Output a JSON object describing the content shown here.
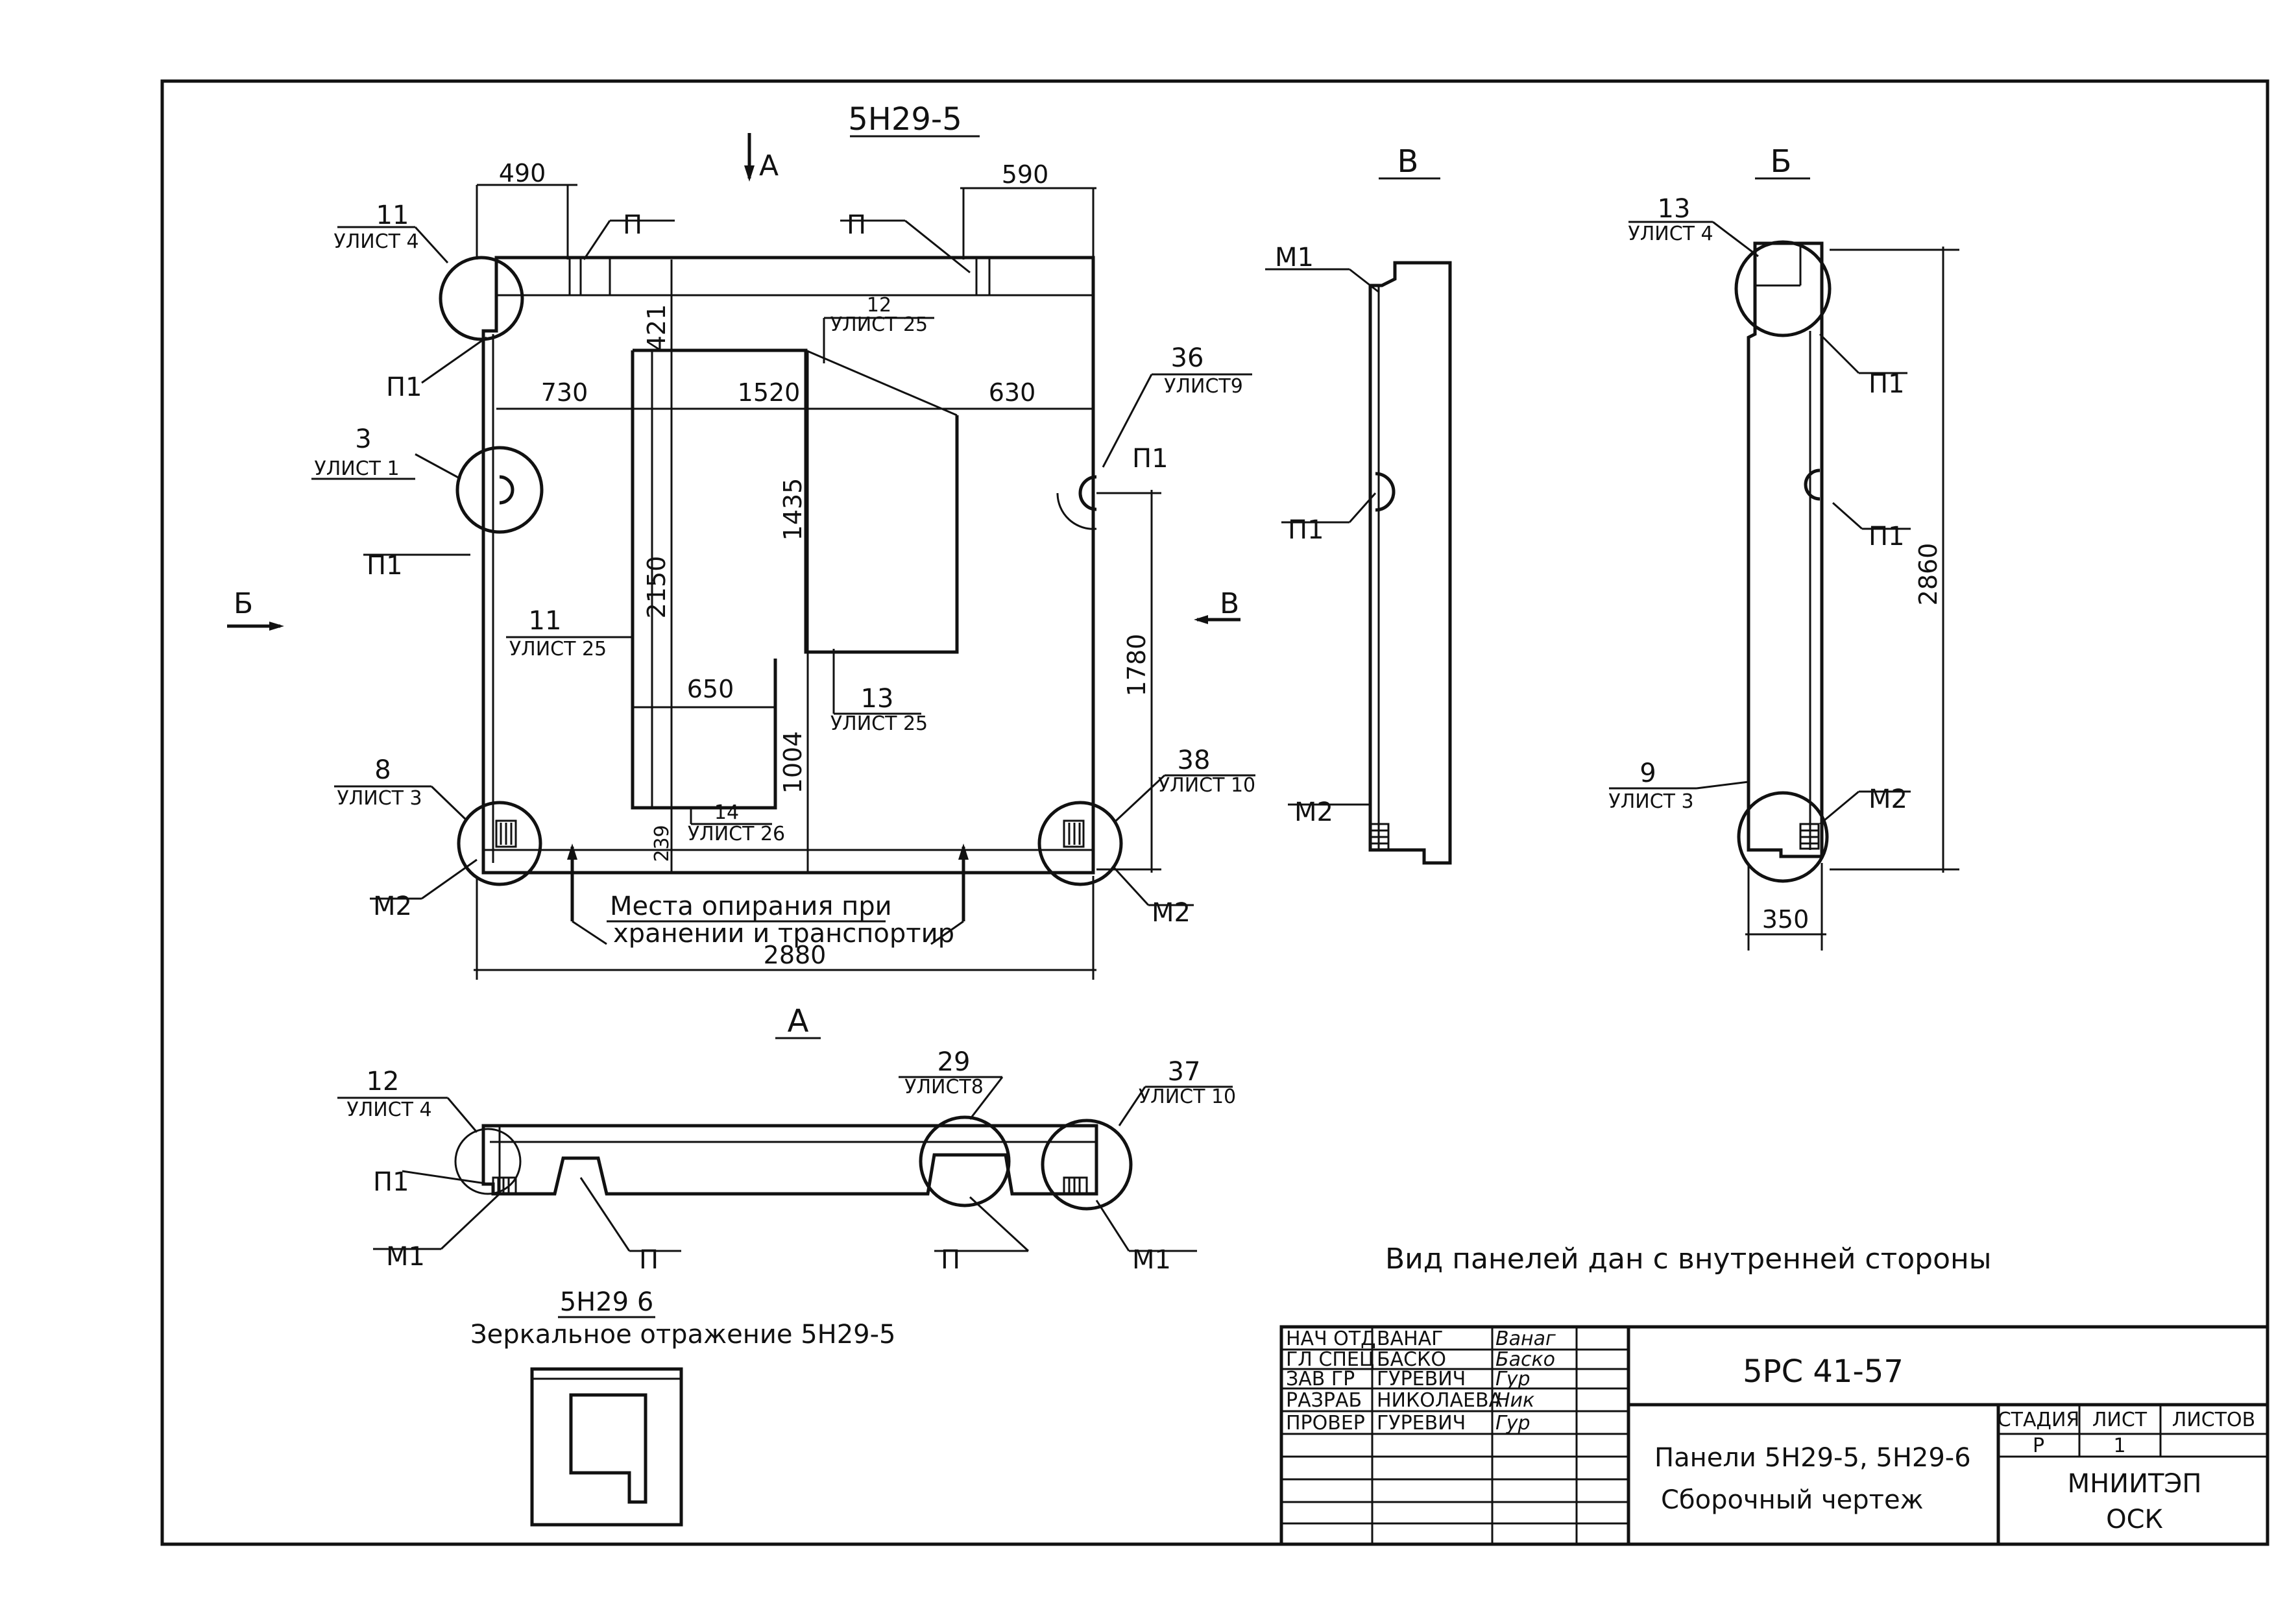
{
  "main_view": {
    "title": "5Н29-5",
    "view_arrow_a": "А",
    "view_arrow_b": "Б",
    "view_arrow_v": "В",
    "dims": {
      "d490": "490",
      "d590": "590",
      "d421": "421",
      "d730": "730",
      "d1520": "1520",
      "d630": "630",
      "d1435": "1435",
      "d2150": "2150",
      "d650": "650",
      "d1004": "1004",
      "d239": "239",
      "d1780": "1780",
      "d2880": "2880"
    },
    "callouts": {
      "c11_top": "11",
      "c11_top_sheet": "УЛИСТ 4",
      "c3": "3",
      "c3_sheet": "УЛИСТ 1",
      "c8": "8",
      "c8_sheet": "УЛИСТ 3",
      "c12": "12",
      "c12_sheet": "УЛИСТ 25",
      "c11_mid": "11",
      "c11_mid_sheet": "УЛИСТ 25",
      "c13": "13",
      "c13_sheet": "УЛИСТ 25",
      "c14": "14",
      "c14_sheet": "УЛИСТ 26",
      "c36": "36",
      "c36_sheet": "УЛИСТ9",
      "c38": "38",
      "c38_sheet": "УЛИСТ 10"
    },
    "marks": {
      "p_left": "П",
      "p_right": "П",
      "p1_upper": "П1",
      "p1_left": "П1",
      "p1_right": "П1",
      "m2_left": "М2",
      "m2_right": "М2"
    },
    "support_note_line1": "Места опирания при",
    "support_note_line2": "хранении и транспортир"
  },
  "view_a": {
    "title": "А",
    "callouts": {
      "c12": "12",
      "c12_sheet": "УЛИСТ 4",
      "c29": "29",
      "c29_sheet": "УЛИСТ8",
      "c37": "37",
      "c37_sheet": "УЛИСТ 10"
    },
    "marks": {
      "p1": "П1",
      "m1_left": "М1",
      "p_left": "П",
      "p_right": "П",
      "m1_right": "М1"
    }
  },
  "view_v": {
    "title": "В",
    "marks": {
      "m1": "М1",
      "p1": "П1",
      "m2": "М2"
    }
  },
  "view_b": {
    "title": "Б",
    "callouts": {
      "c13": "13",
      "c13_sheet": "УЛИСТ 4",
      "c9": "9",
      "c9_sheet": "УЛИСТ 3"
    },
    "marks": {
      "p1_top": "П1",
      "p1_mid": "П1",
      "m2": "М2"
    },
    "dims": {
      "d2860": "2860",
      "d350": "350"
    }
  },
  "mirror": {
    "title": "5Н29 6",
    "note": "Зеркальное отражение 5Н29-5"
  },
  "view_note": "Вид панелей дан с внутренней стороны",
  "title_block": {
    "doc_code": "5РС 41-57",
    "name_line1": "Панели 5Н29-5, 5Н29-6",
    "name_line2": "Сборочный чертеж",
    "roles": [
      {
        "role": "НАЧ ОТД",
        "name": "ВАНАГ",
        "sign": "Ванаг"
      },
      {
        "role": "ГЛ СПЕЦ",
        "name": "БАСКО",
        "sign": "Баско"
      },
      {
        "role": "ЗАВ ГР",
        "name": "ГУРЕВИЧ",
        "sign": "Гур"
      },
      {
        "role": "РАЗРАБ",
        "name": "НИКОЛАЕВА",
        "sign": "Ник"
      },
      {
        "role": "ПРОВЕР",
        "name": "ГУРЕВИЧ",
        "sign": "Гур"
      }
    ],
    "stage_label": "СТАДИЯ",
    "sheet_label": "ЛИСТ",
    "sheets_label": "ЛИСТОВ",
    "stage_value": "Р",
    "sheet_value": "1",
    "org_line1": "МНИИТЭП",
    "org_line2": "ОСК"
  }
}
